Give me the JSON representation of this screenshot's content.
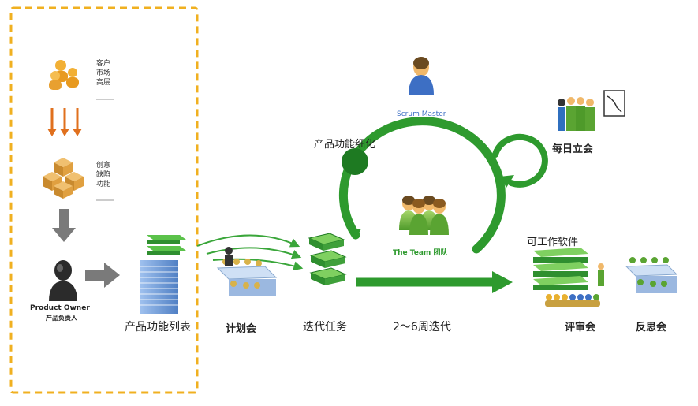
{
  "po_panel": {
    "customers_label": [
      "客户",
      "市场",
      "高层"
    ],
    "ideas_label": [
      "创意",
      "缺陷",
      "功能"
    ],
    "product_owner_en": "Product Owner",
    "product_owner_cn": "产品负责人"
  },
  "artifacts": {
    "product_backlog": "产品功能列表",
    "planning_meeting": "计划会",
    "sprint_backlog": "迭代任务",
    "sprint_length": "2～6周迭代",
    "backlog_refinement": "产品功能细化",
    "scrum_master": "Scrum Master",
    "team_en": "The Team",
    "team_cn": "团队",
    "daily_standup": "每日立会",
    "working_software": "可工作软件",
    "review_meeting": "评审会",
    "retrospective": "反思会"
  },
  "colors": {
    "green": "#2e9a2e",
    "dark_green": "#1e7a22",
    "orange_dash": "#f0b020",
    "blue_stack": "#6f9bd6",
    "arrow_gray": "#7a7a7a",
    "arrow_orange": "#e0701e"
  },
  "icons": [
    "people-icon",
    "boxes-icon",
    "person-icon",
    "document-stack-icon",
    "meeting-table-icon",
    "task-stack-icon",
    "team-icon",
    "chart-icon"
  ]
}
